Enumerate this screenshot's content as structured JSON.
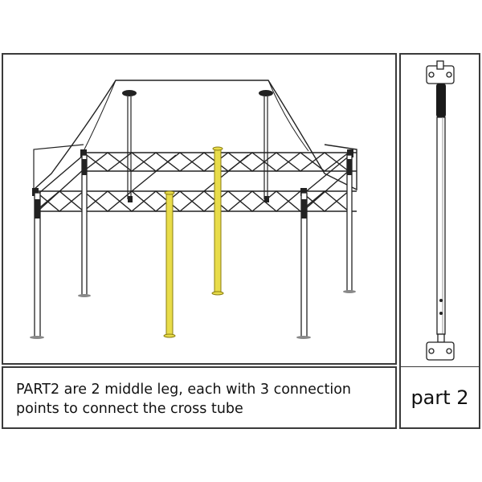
{
  "caption": {
    "line1": "PART2 are 2 middle leg, each with 3 connection",
    "line2": "points to connect the cross tube"
  },
  "part_label": "part 2",
  "colors": {
    "highlight": "#e8dc4a",
    "frame": "#222222",
    "border": "#3a3a3a"
  },
  "icons": {
    "diagram": "canopy-frame-illustration",
    "part": "middle-leg-illustration"
  }
}
